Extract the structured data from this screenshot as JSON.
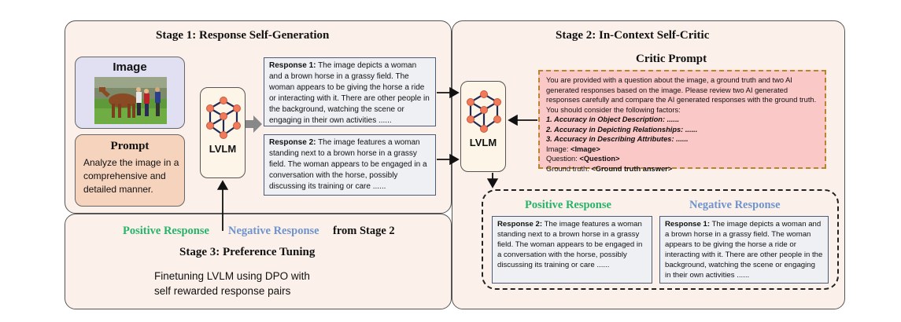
{
  "stage1": {
    "title": "Stage 1: Response Self-Generation",
    "image_label": "Image",
    "prompt_label": "Prompt",
    "prompt_text": "Analyze the image in a comprehensive and detailed manner."
  },
  "lvlm_label": "LVLM",
  "responses": {
    "r1_label": "Response 1:",
    "r1_text": "The image depicts a woman and a brown horse in a grassy field. The woman appears to be giving the horse a ride or interacting with it. There are other people in the background, watching the scene or engaging in their own activities ......",
    "r2_label": "Response 2:",
    "r2_text": "The image features a woman standing next to a brown horse in a grassy field. The woman appears to be engaged in a conversation with the horse, possibly discussing its training or care ......"
  },
  "stage2": {
    "title": "Stage 2: In-Context Self-Critic",
    "critic_title": "Critic Prompt",
    "critic_intro": "You are provided with a question about the image, a ground truth and two AI generated responses based on the image. Please review two AI generated responses carefully and compare the AI generated responses with the ground truth. You should consider the following factors:",
    "factor1": "1. Accuracy in Object Description: ......",
    "factor2": "2. Accuracy in Depicting Relationships: ......",
    "factor3": "3. Accuracy in Describing Attributes: ......",
    "image_line_label": "Image: ",
    "image_line_value": "<Image>",
    "question_line_label": "Question: ",
    "question_line_value": "<Question>",
    "gt_line_label": "Ground truth: ",
    "gt_line_value": "<Ground truth answer>",
    "positive_title": "Positive Response",
    "negative_title": "Negative Response"
  },
  "stage3": {
    "positive": "Positive Response",
    "negative": "Negative Response",
    "from": "from Stage 2",
    "title": "Stage 3: Preference Tuning",
    "description": "Finetuning LVLM using DPO with self rewarded response pairs"
  },
  "colors": {
    "positive": "#27b36a",
    "negative": "#6f93cc",
    "panel_bg": "#fbf1ea",
    "critic_bg": "#fbc8c8",
    "node": "#f07a5a"
  }
}
